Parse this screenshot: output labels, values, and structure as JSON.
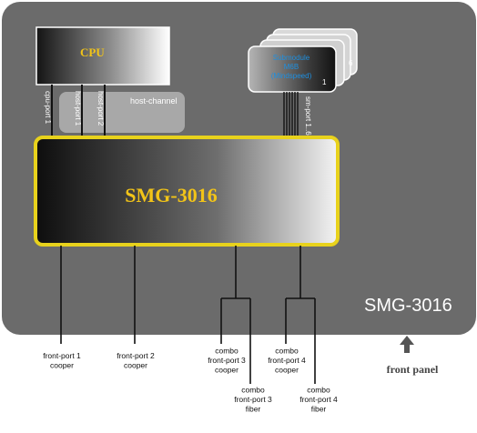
{
  "chassis_label": "SMG-3016",
  "cpu_label": "CPU",
  "switch_label": "SMG-3016",
  "host_channel_label": "host-channel",
  "submodule": {
    "label_line1": "Submodule",
    "label_line2": "M6B",
    "label_line3": "(Mindspeed)",
    "first_index": "1",
    "last_index": "6"
  },
  "internal_ports": {
    "cpu_port": "cpu-port 1",
    "host_port_1": "host-port 1",
    "host_port_2": "host-port 2",
    "sm_port": "sm-port 1..6"
  },
  "front_ports": [
    {
      "lines": [
        "front-port 1",
        "cooper"
      ]
    },
    {
      "lines": [
        "front-port 2",
        "cooper"
      ]
    },
    {
      "lines": [
        "combo",
        "front-port 3",
        "cooper"
      ]
    },
    {
      "lines": [
        "combo",
        "front-port 3",
        "fiber"
      ]
    },
    {
      "lines": [
        "combo",
        "front-port 4",
        "cooper"
      ]
    },
    {
      "lines": [
        "combo",
        "front-port 4",
        "fiber"
      ]
    }
  ],
  "front_panel_label": "front panel",
  "colors": {
    "chassis": "#6b6b6b",
    "switch_border": "#e8d21c",
    "label_yellow": "#f2c418",
    "submodule_text": "#1d8fe0",
    "host_channel": "#a8a8a8"
  }
}
